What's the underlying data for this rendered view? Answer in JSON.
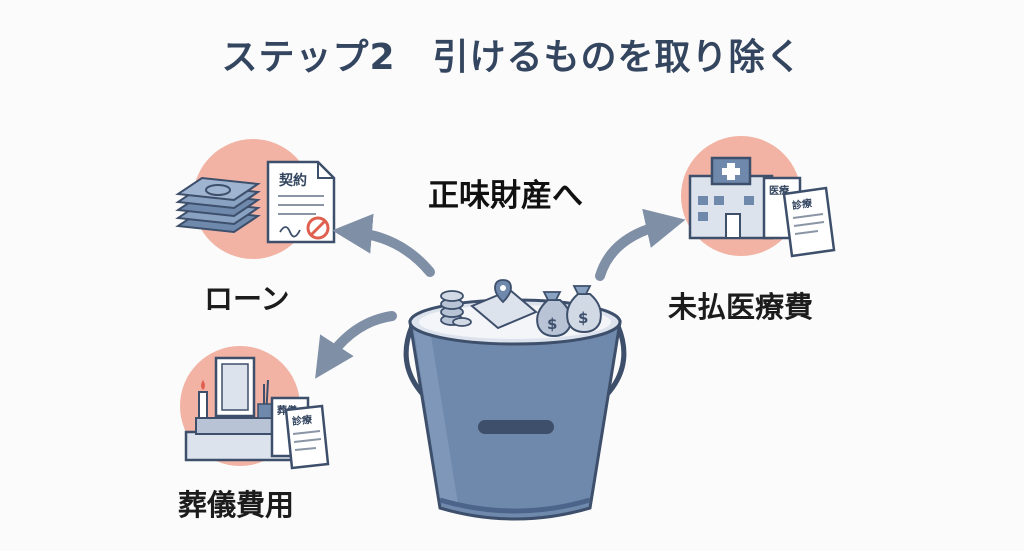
{
  "title": "ステップ2　引けるものを取り除く",
  "center": "正味財産へ",
  "items": {
    "loan": {
      "label": "ローン",
      "doc_label": "契約"
    },
    "medical": {
      "label": "未払医療費",
      "doc_label1": "医療",
      "doc_label2": "診療"
    },
    "funeral": {
      "label": "葬儀費用",
      "doc_label1": "葬儀",
      "doc_label2": "診療"
    }
  },
  "colors": {
    "circle": "#f2b3a4",
    "bucket": "#6f89ad",
    "bucket_dark": "#4c6489",
    "arrow": "#7f8fa6",
    "title": "#33455f"
  }
}
